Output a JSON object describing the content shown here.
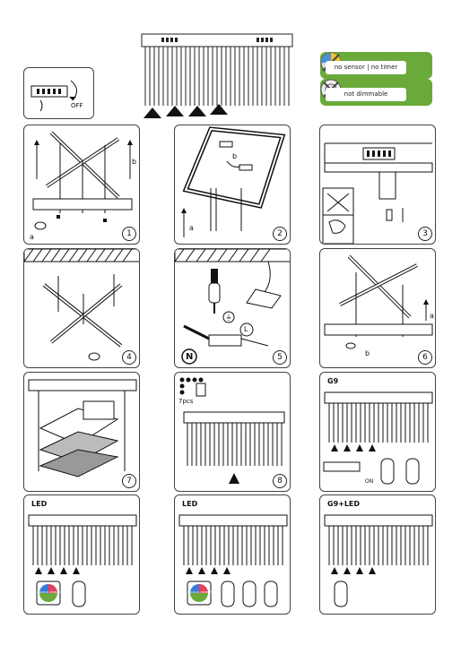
{
  "info": {
    "sensor_label": "no sensor | no timer",
    "dimmable_label": "not dimmable",
    "accent_color": "#6aaa3a"
  },
  "top": {
    "off_label": "OFF"
  },
  "steps": [
    {
      "num": "1",
      "side_label": "b",
      "bottom_label": "a"
    },
    {
      "num": "2",
      "label_b": "b",
      "label_a": "a"
    },
    {
      "num": "3"
    },
    {
      "num": "4"
    },
    {
      "num": "5",
      "n_label": "N",
      "l_label": "L",
      "ground_label": "⏚"
    },
    {
      "num": "6",
      "label_a": "a",
      "label_b": "b"
    },
    {
      "num": "7"
    },
    {
      "num": "8",
      "pcs_label": "7pcs"
    }
  ],
  "variants": {
    "g9": {
      "tag": "G9",
      "on_label": "ON"
    },
    "led1": {
      "tag": "LED",
      "badge": "COLOUR CHANGE"
    },
    "led2": {
      "tag": "LED",
      "badge": "COLOUR CHANGE"
    },
    "g9led": {
      "tag": "G9+LED"
    }
  },
  "icon_names": [
    "fixture-icon",
    "remote-icon",
    "screwdriver-icon",
    "sensor-icon",
    "dimmer-icon"
  ]
}
